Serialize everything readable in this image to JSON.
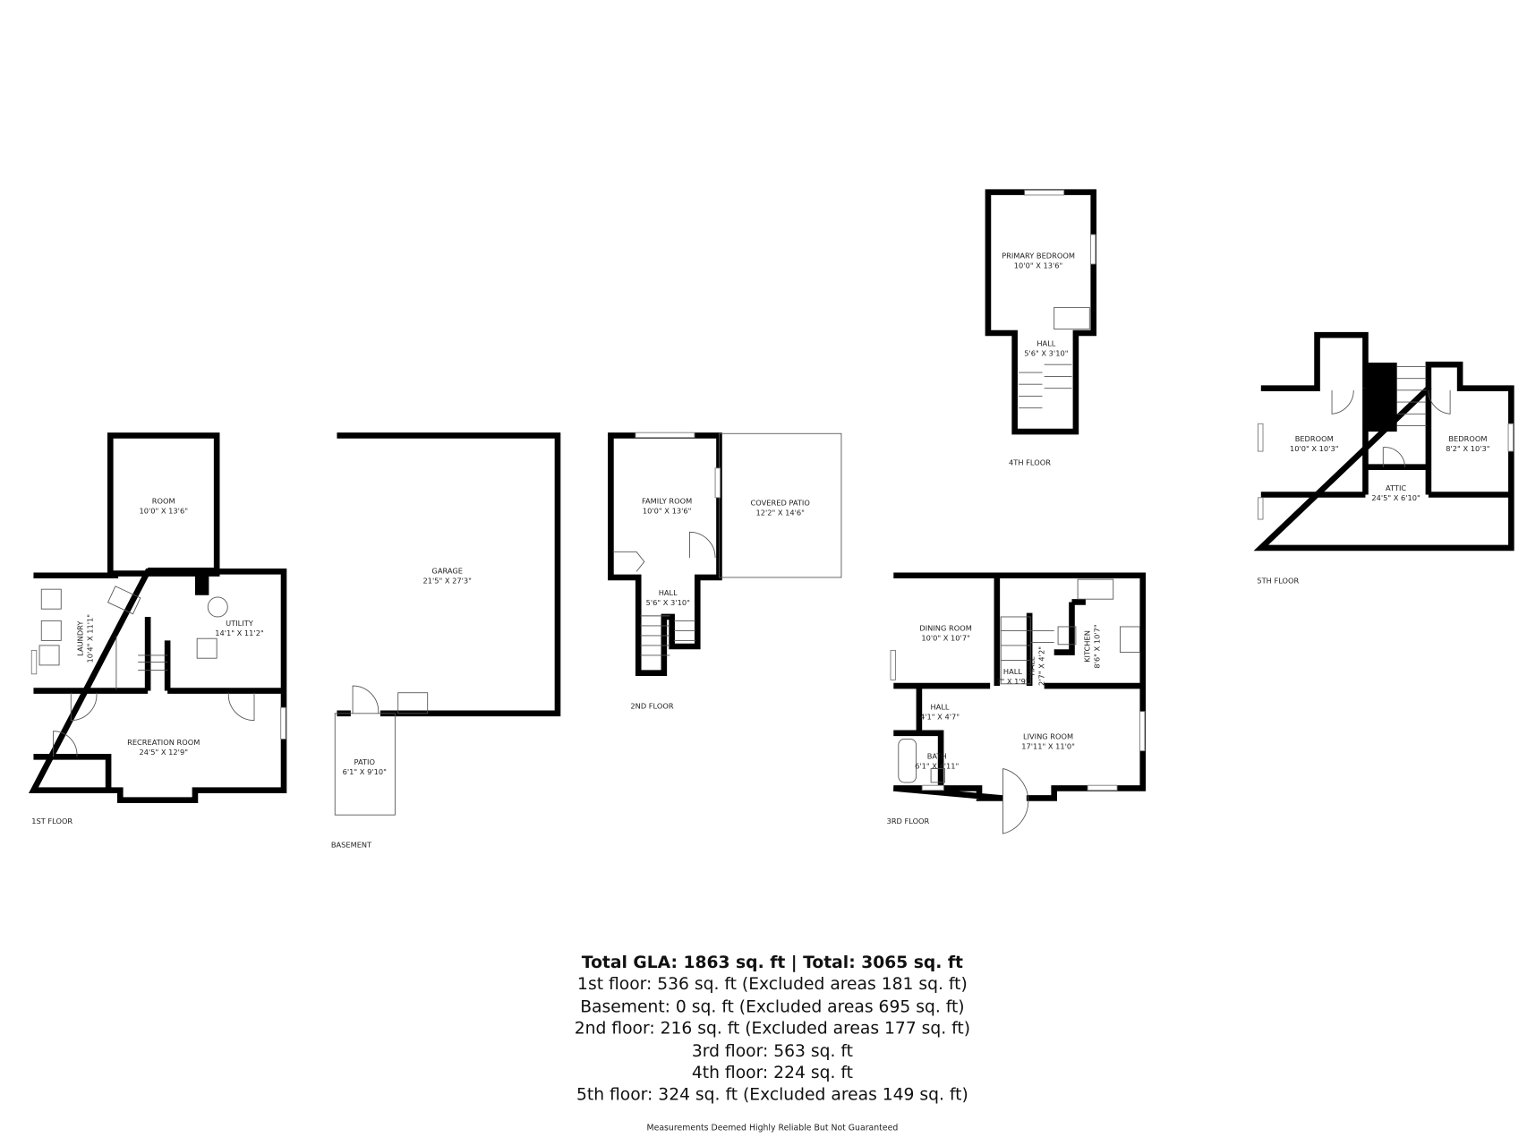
{
  "floors": {
    "first": {
      "label": "1ST FLOOR",
      "rooms": [
        {
          "name": "ROOM",
          "size": "10'0\" X 13'6\""
        },
        {
          "name": "LAUNDRY",
          "size": "10'4\" X 11'1\""
        },
        {
          "name": "UTILITY",
          "size": "14'1\" X 11'2\""
        },
        {
          "name": "RECREATION ROOM",
          "size": "24'5\" X 12'9\""
        }
      ]
    },
    "basement": {
      "label": "BASEMENT",
      "rooms": [
        {
          "name": "GARAGE",
          "size": "21'5\" X 27'3\""
        },
        {
          "name": "PATIO",
          "size": "6'1\" X 9'10\""
        }
      ]
    },
    "second": {
      "label": "2ND FLOOR",
      "rooms": [
        {
          "name": "FAMILY ROOM",
          "size": "10'0\" X 13'6\""
        },
        {
          "name": "COVERED PATIO",
          "size": "12'2\" X 14'6\""
        },
        {
          "name": "HALL",
          "size": "5'6\" X 3'10\""
        }
      ]
    },
    "third": {
      "label": "3RD FLOOR",
      "rooms": [
        {
          "name": "DINING ROOM",
          "size": "10'0\" X 10'7\""
        },
        {
          "name": "KITCHEN",
          "size": "8'6\" X 10'7\""
        },
        {
          "name": "HALL",
          "size": "7\" X 1'9\""
        },
        {
          "name": "HALL",
          "size": "2'7\" X 4'2\""
        },
        {
          "name": "HALL",
          "size": "4'1\" X 4'7\""
        },
        {
          "name": "BATH",
          "size": "6'1\" X 4'11\""
        },
        {
          "name": "LIVING ROOM",
          "size": "17'11\" X 11'0\""
        }
      ]
    },
    "fourth": {
      "label": "4TH FLOOR",
      "rooms": [
        {
          "name": "PRIMARY BEDROOM",
          "size": "10'0\" X 13'6\""
        },
        {
          "name": "HALL",
          "size": "5'6\" X 3'10\""
        }
      ]
    },
    "fifth": {
      "label": "5TH FLOOR",
      "rooms": [
        {
          "name": "BEDROOM",
          "size": "10'0\" X 10'3\""
        },
        {
          "name": "BEDROOM",
          "size": "8'2\" X 10'3\""
        },
        {
          "name": "ATTIC",
          "size": "24'5\" X 6'10\""
        }
      ]
    }
  },
  "summary": {
    "total": "Total GLA: 1863 sq. ft | Total: 3065 sq. ft",
    "lines": [
      "1st floor: 536 sq. ft (Excluded areas 181 sq. ft)",
      "Basement: 0 sq. ft (Excluded areas 695 sq. ft)",
      "2nd floor: 216 sq. ft (Excluded areas 177 sq. ft)",
      "3rd floor: 563 sq. ft",
      "4th floor: 224 sq. ft",
      "5th floor: 324 sq. ft (Excluded areas 149 sq. ft)"
    ],
    "disclaimer": "Measurements Deemed Highly Reliable But Not Guaranteed"
  }
}
